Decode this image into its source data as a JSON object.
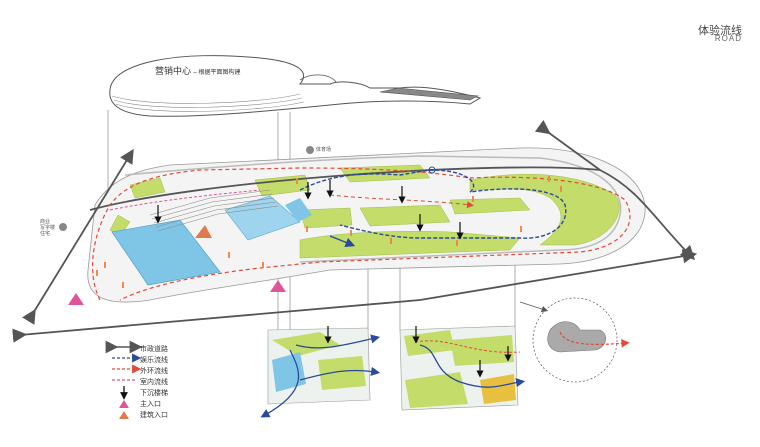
{
  "header": {
    "title": "体验流线",
    "subtitle": "ROAD"
  },
  "callout": {
    "main": "营销中心",
    "note": "– 根据平面图构建"
  },
  "place_labels": {
    "gym": "体育场",
    "west_1": "商业",
    "west_2": "写字楼",
    "west_3": "住宅"
  },
  "legend": [
    {
      "key": "municipal-road",
      "label": "市政道路",
      "color": "#555555",
      "symbol": "double-arrow"
    },
    {
      "key": "entertainment-route",
      "label": "娱乐流线",
      "color": "#2a4a9c",
      "symbol": "dashed-line"
    },
    {
      "key": "outer-loop-route",
      "label": "外环流线",
      "color": "#e04a3a",
      "symbol": "dashed-line"
    },
    {
      "key": "indoor-route",
      "label": "室内流线",
      "color": "#d9559a",
      "symbol": "dashed-line"
    },
    {
      "key": "sunken-stairs",
      "label": "下沉楼梯",
      "color": "#111111",
      "symbol": "down-arrow"
    },
    {
      "key": "main-entrance",
      "label": "主入口",
      "color": "#e0559a",
      "symbol": "triangle"
    },
    {
      "key": "building-entrance",
      "label": "建筑入口",
      "color": "#e07a4a",
      "symbol": "triangle"
    }
  ],
  "colors": {
    "lawn": "#c4dc6a",
    "water": "#7fc6e6",
    "road": "#555555",
    "outer_route": "#e04a3a",
    "ent_route": "#2a4a9c",
    "people": "#f08a4a"
  }
}
